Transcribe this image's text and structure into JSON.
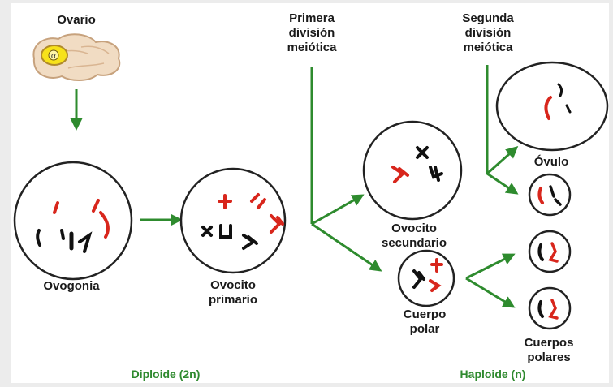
{
  "labels": {
    "ovario": "Ovario",
    "ovario_mark": "α",
    "primera_1": "Primera",
    "primera_2": "división",
    "primera_3": "meiótica",
    "segunda_1": "Segunda",
    "segunda_2": "división",
    "segunda_3": "meiótica",
    "ovogonia": "Ovogonia",
    "ovocito_primario_1": "Ovocito",
    "ovocito_primario_2": "primario",
    "ovocito_secundario_1": "Ovocito",
    "ovocito_secundario_2": "secundario",
    "cuerpo_polar_1": "Cuerpo",
    "cuerpo_polar_2": "polar",
    "ovulo": "Óvulo",
    "cuerpos_polares_1": "Cuerpos",
    "cuerpos_polares_2": "polares",
    "diploide": "Diploide (2n)",
    "haploide": "Haploide (n)"
  },
  "colors": {
    "arrow": "#2e8b2e",
    "chromosome_red": "#d8261c",
    "chromosome_black": "#111111",
    "ovary_fill": "#f1dcc3",
    "ovary_stroke": "#c7a27d",
    "ovary_core": "#f7e21a",
    "footer_text": "#2f8a2f"
  }
}
